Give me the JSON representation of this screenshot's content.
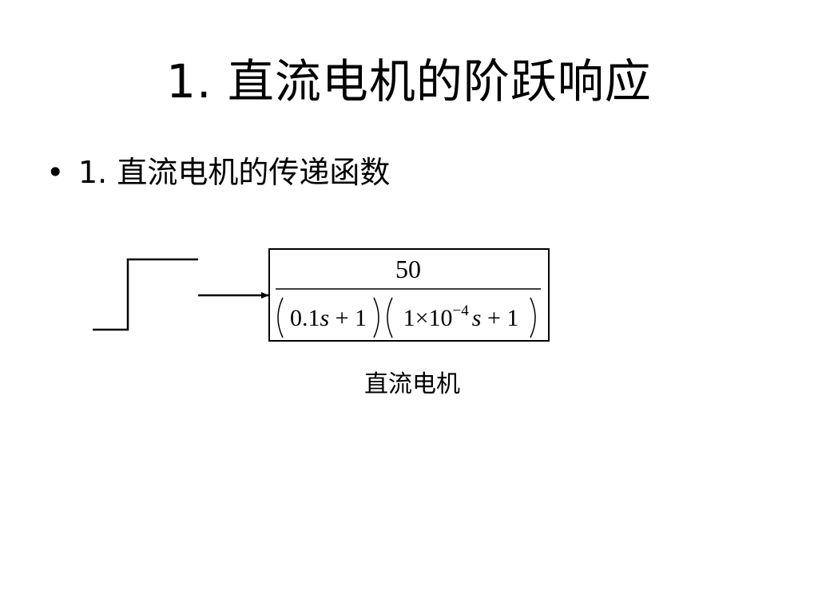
{
  "slide": {
    "title": "1.  直流电机的阶跃响应",
    "bullet": {
      "symbol": "•",
      "text": "1.  直流电机的传递函数"
    }
  },
  "diagram": {
    "transfer_function": {
      "numerator": "50",
      "denominator": {
        "factor1": {
          "coef": "0.1",
          "var": "s",
          "plus": " + 1"
        },
        "factor2": {
          "mant": "1×10",
          "exp": "−4",
          "var": "s",
          "plus": " + 1"
        }
      }
    },
    "block_label": "直流电机",
    "input_signal": "step"
  }
}
